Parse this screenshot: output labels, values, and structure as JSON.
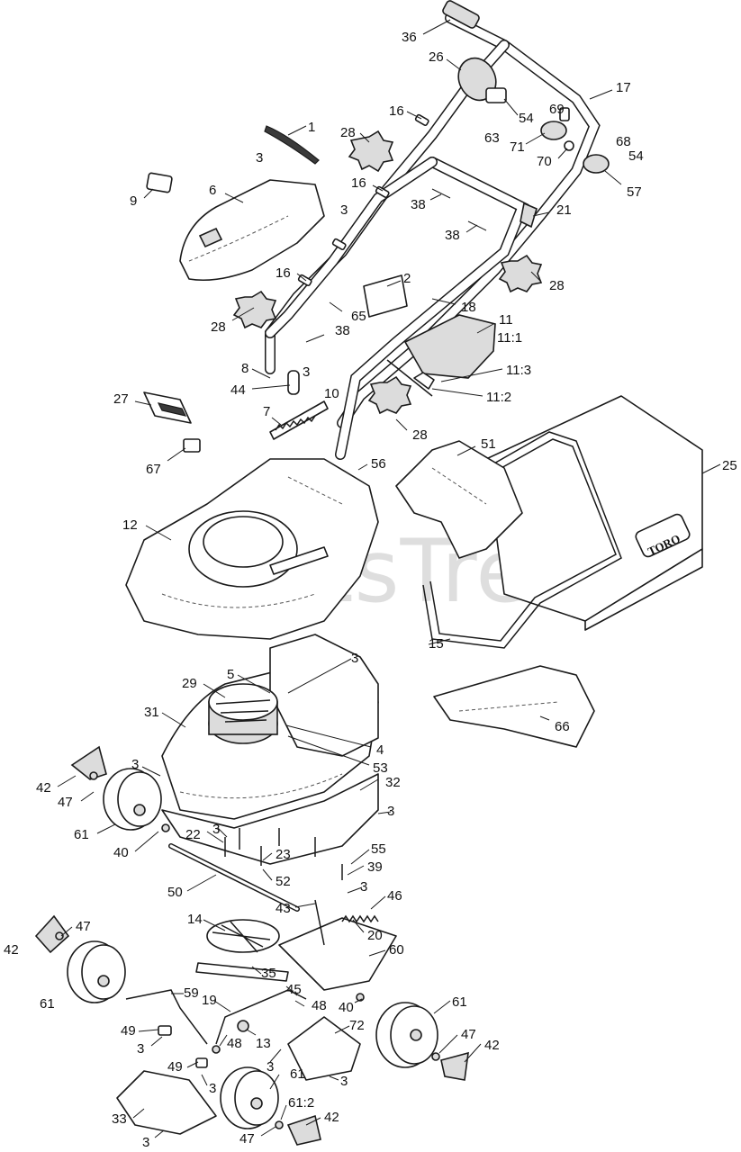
{
  "watermark": "PartsTree",
  "brand_label": "TORO",
  "callouts": [
    {
      "id": "36",
      "text": "36"
    },
    {
      "id": "26",
      "text": "26"
    },
    {
      "id": "17",
      "text": "17"
    },
    {
      "id": "54a",
      "text": "54"
    },
    {
      "id": "69",
      "text": "69"
    },
    {
      "id": "1",
      "text": "1"
    },
    {
      "id": "16a",
      "text": "16"
    },
    {
      "id": "28a",
      "text": "28"
    },
    {
      "id": "63",
      "text": "63"
    },
    {
      "id": "71",
      "text": "71"
    },
    {
      "id": "70",
      "text": "70"
    },
    {
      "id": "68",
      "text": "68"
    },
    {
      "id": "54b",
      "text": "54"
    },
    {
      "id": "3a",
      "text": "3"
    },
    {
      "id": "57",
      "text": "57"
    },
    {
      "id": "9",
      "text": "9"
    },
    {
      "id": "6",
      "text": "6"
    },
    {
      "id": "3b",
      "text": "3"
    },
    {
      "id": "16b",
      "text": "16"
    },
    {
      "id": "38a",
      "text": "38"
    },
    {
      "id": "21",
      "text": "21"
    },
    {
      "id": "38b",
      "text": "38"
    },
    {
      "id": "28b",
      "text": "28"
    },
    {
      "id": "16c",
      "text": "16"
    },
    {
      "id": "2",
      "text": "2"
    },
    {
      "id": "18",
      "text": "18"
    },
    {
      "id": "28c",
      "text": "28"
    },
    {
      "id": "65",
      "text": "65"
    },
    {
      "id": "11",
      "text": "11"
    },
    {
      "id": "11_1",
      "text": "11:1"
    },
    {
      "id": "38c",
      "text": "38"
    },
    {
      "id": "8",
      "text": "8"
    },
    {
      "id": "3c",
      "text": "3"
    },
    {
      "id": "11_3",
      "text": "11:3"
    },
    {
      "id": "44",
      "text": "44"
    },
    {
      "id": "10",
      "text": "10"
    },
    {
      "id": "27",
      "text": "27"
    },
    {
      "id": "7",
      "text": "7"
    },
    {
      "id": "11_2",
      "text": "11:2"
    },
    {
      "id": "28d",
      "text": "28"
    },
    {
      "id": "67",
      "text": "67"
    },
    {
      "id": "51",
      "text": "51"
    },
    {
      "id": "25",
      "text": "25"
    },
    {
      "id": "56",
      "text": "56"
    },
    {
      "id": "12",
      "text": "12"
    },
    {
      "id": "15",
      "text": "15"
    },
    {
      "id": "3d",
      "text": "3"
    },
    {
      "id": "5",
      "text": "5"
    },
    {
      "id": "29",
      "text": "29"
    },
    {
      "id": "31",
      "text": "31"
    },
    {
      "id": "66",
      "text": "66"
    },
    {
      "id": "4",
      "text": "4"
    },
    {
      "id": "53",
      "text": "53"
    },
    {
      "id": "3e",
      "text": "3"
    },
    {
      "id": "42a",
      "text": "42"
    },
    {
      "id": "32",
      "text": "32"
    },
    {
      "id": "47a",
      "text": "47"
    },
    {
      "id": "3f",
      "text": "3"
    },
    {
      "id": "61a",
      "text": "61"
    },
    {
      "id": "22",
      "text": "22"
    },
    {
      "id": "3g",
      "text": "3"
    },
    {
      "id": "40a",
      "text": "40"
    },
    {
      "id": "23",
      "text": "23"
    },
    {
      "id": "55",
      "text": "55"
    },
    {
      "id": "39",
      "text": "39"
    },
    {
      "id": "52",
      "text": "52"
    },
    {
      "id": "3h",
      "text": "3"
    },
    {
      "id": "50",
      "text": "50"
    },
    {
      "id": "46",
      "text": "46"
    },
    {
      "id": "43",
      "text": "43"
    },
    {
      "id": "20",
      "text": "20"
    },
    {
      "id": "14",
      "text": "14"
    },
    {
      "id": "47b",
      "text": "47"
    },
    {
      "id": "42b",
      "text": "42"
    },
    {
      "id": "60",
      "text": "60"
    },
    {
      "id": "35",
      "text": "35"
    },
    {
      "id": "61b",
      "text": "61"
    },
    {
      "id": "45",
      "text": "45"
    },
    {
      "id": "59",
      "text": "59"
    },
    {
      "id": "19",
      "text": "19"
    },
    {
      "id": "48a",
      "text": "48"
    },
    {
      "id": "40b",
      "text": "40"
    },
    {
      "id": "61c",
      "text": "61"
    },
    {
      "id": "72",
      "text": "72"
    },
    {
      "id": "49a",
      "text": "49"
    },
    {
      "id": "3i",
      "text": "3"
    },
    {
      "id": "48b",
      "text": "48"
    },
    {
      "id": "13",
      "text": "13"
    },
    {
      "id": "47c",
      "text": "47"
    },
    {
      "id": "42c",
      "text": "42"
    },
    {
      "id": "49b",
      "text": "49"
    },
    {
      "id": "3j",
      "text": "3"
    },
    {
      "id": "61d",
      "text": "61"
    },
    {
      "id": "3k",
      "text": "3"
    },
    {
      "id": "3l",
      "text": "3"
    },
    {
      "id": "33",
      "text": "33"
    },
    {
      "id": "61_2",
      "text": "61:2"
    },
    {
      "id": "47d",
      "text": "47"
    },
    {
      "id": "42d",
      "text": "42"
    },
    {
      "id": "3m",
      "text": "3"
    }
  ]
}
